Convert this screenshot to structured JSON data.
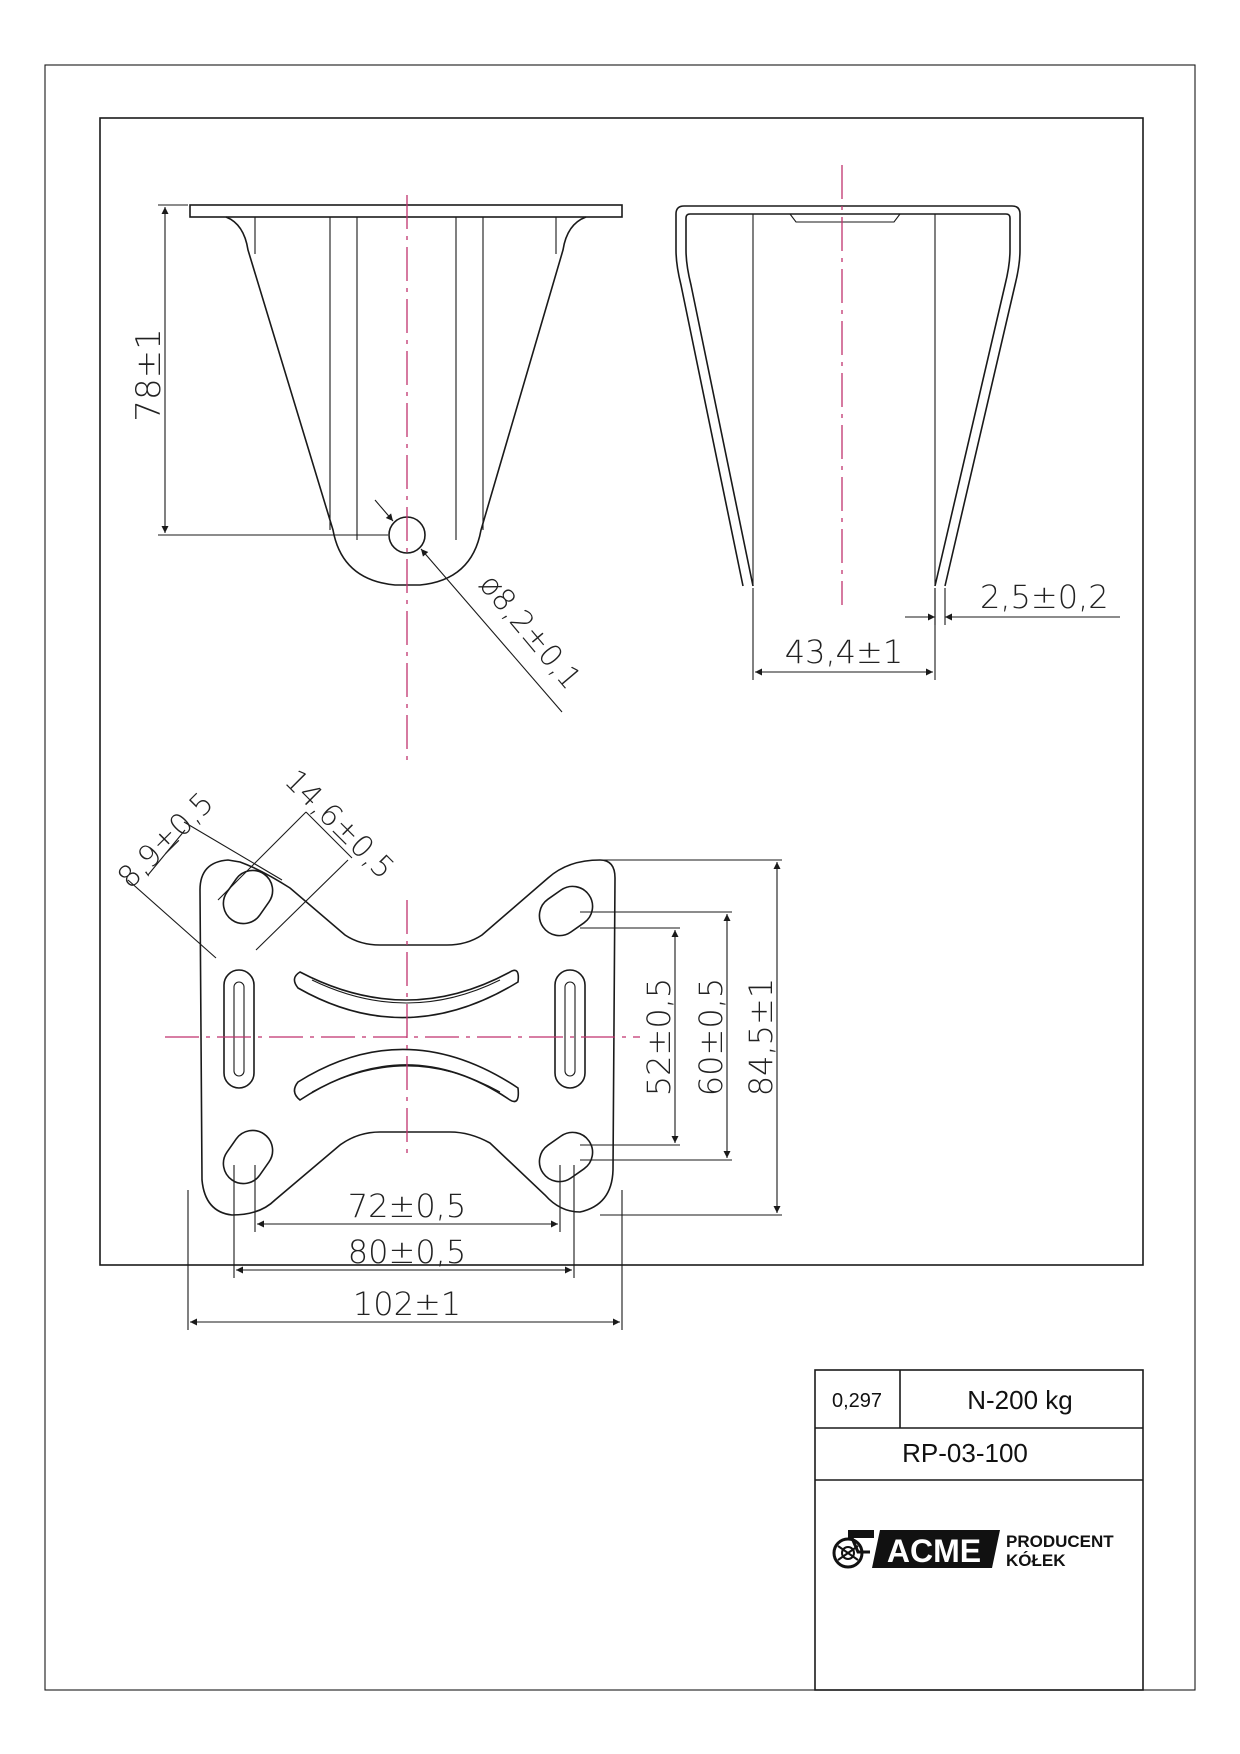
{
  "drawing": {
    "front_view": {
      "height_dim": "78±1",
      "hole_dim": "ø8,2±0,1"
    },
    "side_view": {
      "thickness_dim": "2,5±0,2",
      "width_dim": "43,4±1"
    },
    "plate_view": {
      "slot_width_dim": "8,9±0,5",
      "slot_length_dim": "14,6±0,5",
      "inner_height_dim": "52±0,5",
      "mid_height_dim": "60±0,5",
      "outer_height_dim": "84,5±1",
      "inner_width_dim": "72±0,5",
      "mid_width_dim": "80±0,5",
      "outer_width_dim": "102±1"
    }
  },
  "title_block": {
    "weight": "0,297",
    "load": "N-200 kg",
    "part_number": "RP-03-100",
    "logo": {
      "brand": "ACME",
      "tagline_line1": "PRODUCENT",
      "tagline_line2": "KÓŁEK"
    }
  },
  "colors": {
    "line": "#1a1a1a",
    "centerline": "#c0326e"
  }
}
